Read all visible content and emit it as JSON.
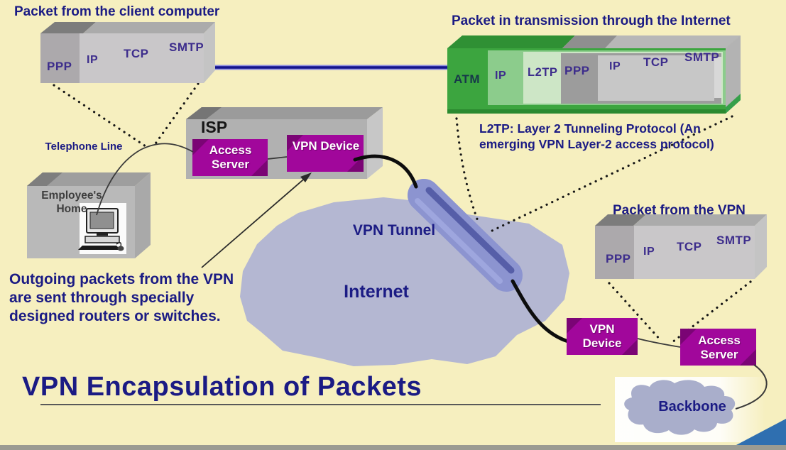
{
  "slide": {
    "title": "VPN Encapsulation of Packets",
    "note": "Outgoing packets from the VPN are sent through specially designed routers or switches.",
    "colors": {
      "background": "#F6EFBF",
      "navy": "#1B1B84",
      "magenta": "#A1079B",
      "magenta_dark": "#7B0475",
      "cloud": "#B4B7D2",
      "tunnel": "#8C94D0",
      "tunnel_dark": "#565EA8",
      "corner_blue": "#2F6FB0",
      "green_dark": "#3CA53F",
      "green_mid": "#8CCC8C",
      "green_pale": "#CDE6C6",
      "label_purple": "#3D2D8C"
    }
  },
  "client_packet": {
    "heading": "Packet from the client computer",
    "layers": [
      "PPP",
      "IP",
      "TCP",
      "SMTP"
    ]
  },
  "transit_packet": {
    "heading": "Packet in transmission through the Internet",
    "layers": [
      "ATM",
      "IP",
      "L2TP",
      "PPP",
      "IP",
      "TCP",
      "SMTP"
    ]
  },
  "vpn_packet": {
    "heading": "Packet from the VPN",
    "layers": [
      "PPP",
      "IP",
      "TCP",
      "SMTP"
    ]
  },
  "l2tp_note": {
    "text": "L2TP: Layer 2 Tunneling Protocol (An emerging VPN Layer-2 access protocol)"
  },
  "isp": {
    "label": "ISP",
    "access_server": "Access Server",
    "vpn_device": "VPN Device"
  },
  "home": {
    "label": "Employee's Home",
    "telephone": "Telephone Line"
  },
  "internet": {
    "label": "Internet",
    "tunnel_label": "VPN Tunnel"
  },
  "remote": {
    "vpn_device": "VPN Device",
    "access_server": "Access Server",
    "backbone": "Backbone"
  }
}
